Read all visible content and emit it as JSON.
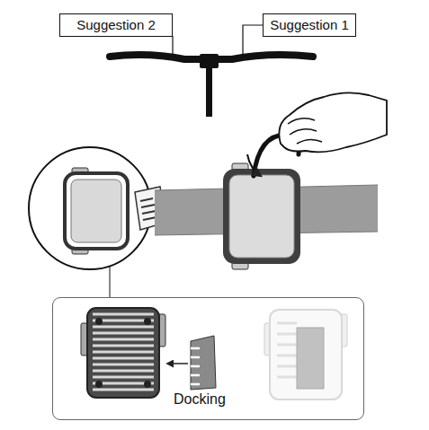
{
  "diagram": {
    "nodes": [
      {
        "text": [
          "Suggestion 2"
        ]
      },
      {
        "text": [
          "Suggestion 1"
        ]
      },
      {
        "text": [
          "Docking"
        ]
      }
    ]
  }
}
